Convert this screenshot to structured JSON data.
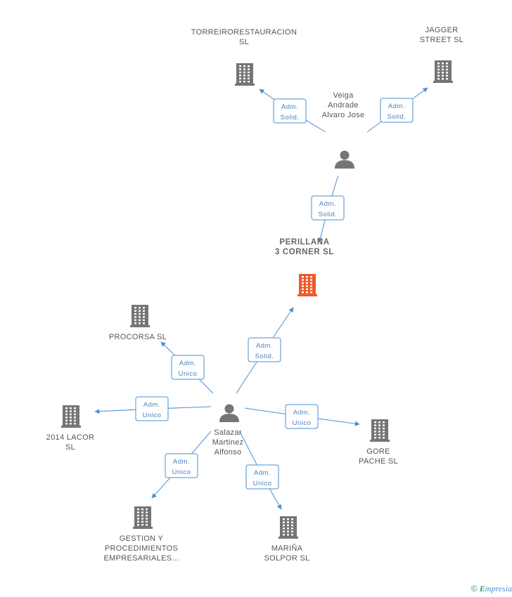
{
  "nodes": [
    {
      "id": "perillana",
      "type": "company",
      "highlight": true,
      "lines": [
        "PERILLANA",
        "3 CORNER SL"
      ]
    },
    {
      "id": "torreiro",
      "type": "company",
      "lines": [
        "TORREIRORESTAURACION",
        "SL"
      ]
    },
    {
      "id": "jagger",
      "type": "company",
      "lines": [
        "JAGGER",
        "STREET SL"
      ]
    },
    {
      "id": "veiga",
      "type": "person",
      "lines": [
        "Veiga",
        "Andrade",
        "Alvaro Jose"
      ]
    },
    {
      "id": "salazar",
      "type": "person",
      "lines": [
        "Salazar",
        "Martinez",
        "Alfonso"
      ]
    },
    {
      "id": "procorsa",
      "type": "company",
      "lines": [
        "PROCORSA SL"
      ]
    },
    {
      "id": "lacor",
      "type": "company",
      "lines": [
        "2014 LACOR",
        "SL"
      ]
    },
    {
      "id": "gore",
      "type": "company",
      "lines": [
        "GORE",
        "PACHE SL"
      ]
    },
    {
      "id": "gestion",
      "type": "company",
      "lines": [
        "GESTION Y",
        "PROCEDIMIENTOS",
        "EMPRESARIALES..."
      ]
    },
    {
      "id": "marina",
      "type": "company",
      "lines": [
        "MARIÑA",
        "SOLPOR SL"
      ]
    }
  ],
  "edges": [
    {
      "from": "veiga",
      "to": "torreiro",
      "label": [
        "Adm.",
        "Solid."
      ]
    },
    {
      "from": "veiga",
      "to": "jagger",
      "label": [
        "Adm.",
        "Solid."
      ]
    },
    {
      "from": "veiga",
      "to": "perillana",
      "label": [
        "Adm.",
        "Solid."
      ]
    },
    {
      "from": "salazar",
      "to": "perillana",
      "label": [
        "Adm.",
        "Solid."
      ]
    },
    {
      "from": "salazar",
      "to": "procorsa",
      "label": [
        "Adm.",
        "Unico"
      ]
    },
    {
      "from": "salazar",
      "to": "lacor",
      "label": [
        "Adm.",
        "Unico"
      ]
    },
    {
      "from": "salazar",
      "to": "gore",
      "label": [
        "Adm.",
        "Unico"
      ]
    },
    {
      "from": "salazar",
      "to": "gestion",
      "label": [
        "Adm.",
        "Unico"
      ]
    },
    {
      "from": "salazar",
      "to": "marina",
      "label": [
        "Adm.",
        "Unico"
      ]
    }
  ],
  "colors": {
    "edge": "#4a8fd6",
    "company": "#757575",
    "highlight": "#f05a2a",
    "person": "#757575"
  },
  "footer": {
    "copyright": "©",
    "brand_initial": "E",
    "brand_rest": "mpresia"
  }
}
